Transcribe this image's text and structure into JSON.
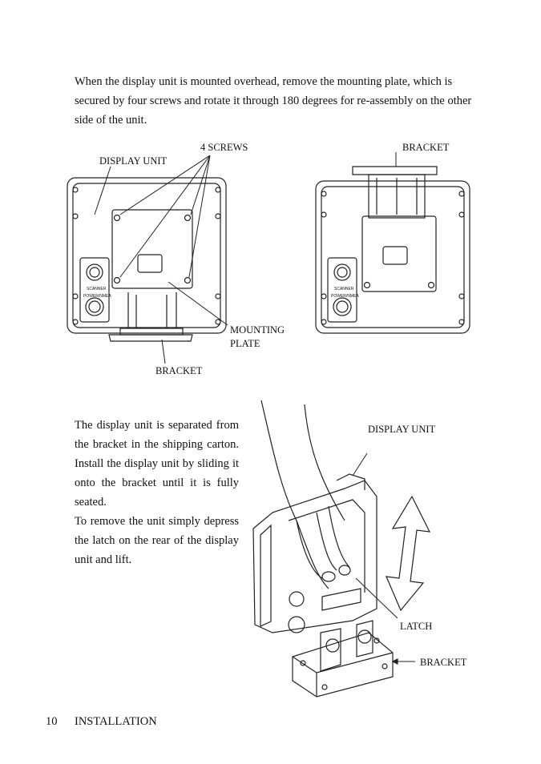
{
  "intro_paragraph": "When the display unit is mounted overhead, remove the mounting plate, which is secured by four screws and rotate it through 180 degrees for re-assembly on the other side of the unit.",
  "install_paragraph_1": "The display unit is separated from the bracket in the shipping carton. Install the display unit by sliding it onto the bracket until it is fully seated.",
  "install_paragraph_2": "To remove the unit simply depress the latch on the rear of the display unit and lift.",
  "figure1": {
    "label_screws": "4 SCREWS",
    "label_display_unit": "DISPLAY UNIT",
    "label_mounting": "MOUNTING",
    "label_plate": "PLATE",
    "label_bracket_left": "BRACKET",
    "label_bracket_right": "BRACKET",
    "connector_scanner": "SCANNER",
    "connector_power": "POWER/NMEA"
  },
  "figure2": {
    "label_display_unit": "DISPLAY UNIT",
    "label_latch": "LATCH",
    "label_bracket": "BRACKET"
  },
  "footer": {
    "page_number": "10",
    "section": "INSTALLATION"
  }
}
